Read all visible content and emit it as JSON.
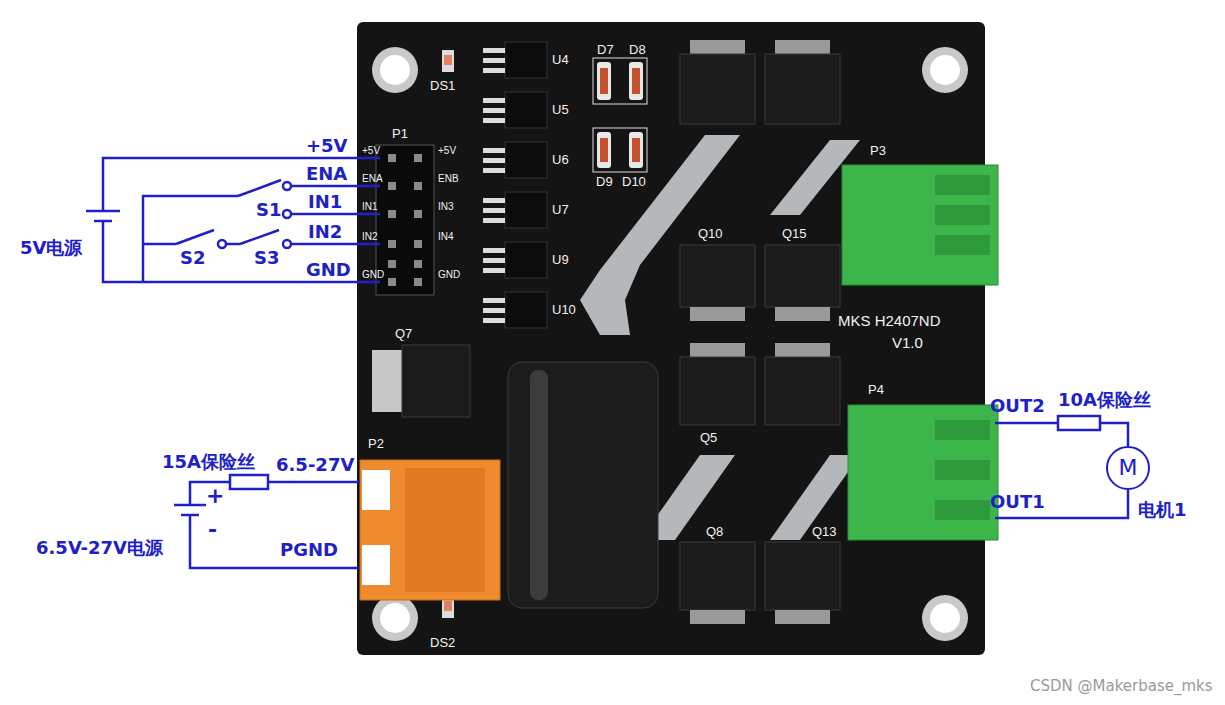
{
  "diagram": {
    "nodes": [
      {
        "text": [
          "M",
          "电机1"
        ]
      }
    ],
    "labels": [
      "+5V",
      "ENA",
      "S1",
      "IN1",
      "S2",
      "S3",
      "IN2",
      "GND",
      "5V电源",
      "15A保险丝",
      "6.5-27V",
      "+",
      "-",
      "6.5V-27V电源",
      "PGND",
      "OUT2",
      "10A保险丝",
      "OUT1",
      "P1",
      "+5V",
      "ENA",
      "IN1",
      "IN2",
      "GND",
      "+5V",
      "ENB",
      "IN3",
      "IN4",
      "GND",
      "DS1",
      "U4",
      "U5",
      "U6",
      "U7",
      "U9",
      "U10",
      "D7",
      "D8",
      "D9",
      "D10",
      "Q10",
      "Q15",
      "Q5",
      "Q8",
      "Q13",
      "Q7",
      "P3",
      "MKS H2407ND",
      "V1.0",
      "P4",
      "P2",
      "DS2",
      "CSDN @Makerbase_mks"
    ]
  }
}
